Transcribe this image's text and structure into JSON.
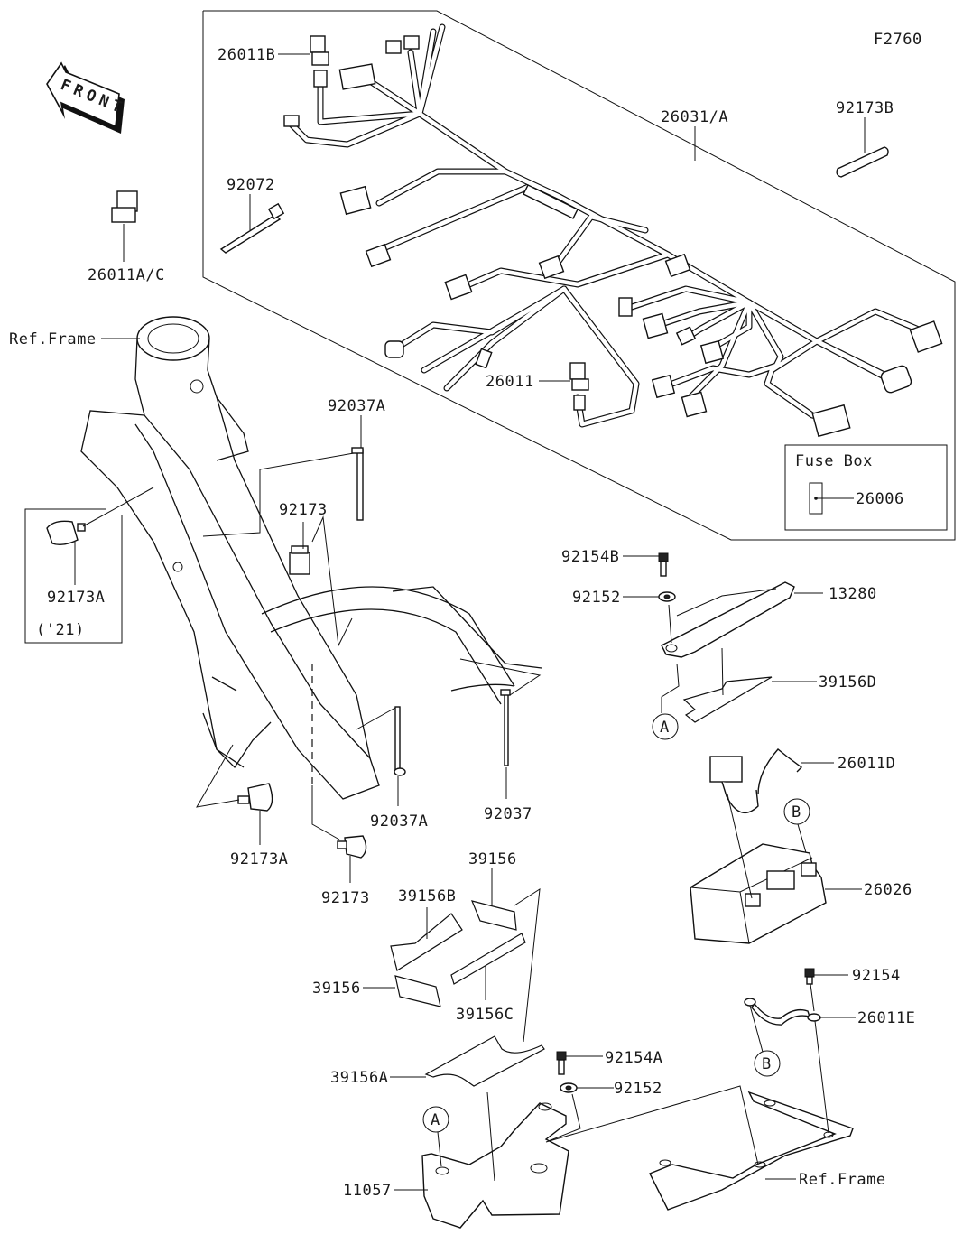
{
  "diagram": {
    "figure_code": "F2760",
    "front_arrow_label": "FRONT",
    "callouts": {
      "c26011B": "26011B",
      "c26031A": "26031/A",
      "c92173B": "92173B",
      "c92072": "92072",
      "c26011AC": "26011A/C",
      "c26011": "26011",
      "cRefFrameTop": "Ref.Frame",
      "c92037A_top": "92037A",
      "c92173_top": "92173",
      "c92173A_inset": "92173A",
      "year_note": "('21)",
      "c92154B": "92154B",
      "c92152_top": "92152",
      "c13280": "13280",
      "c39156D": "39156D",
      "c26011D": "26011D",
      "c26026": "26026",
      "c92037A_bottom": "92037A",
      "c92037": "92037",
      "c92173A_bottom": "92173A",
      "c92173_bottom": "92173",
      "c39156_top": "39156",
      "c39156B": "39156B",
      "c39156_left": "39156",
      "c39156C": "39156C",
      "c39156A": "39156A",
      "c92154A": "92154A",
      "c92152_bottom": "92152",
      "c11057": "11057",
      "c92154": "92154",
      "c26011E": "26011E",
      "cRefFrameBottom": "Ref.Frame"
    },
    "fuse_box": {
      "title": "Fuse Box",
      "part": "26006"
    },
    "reference_marks": {
      "A_top": "A",
      "A_bottom": "A",
      "B_top": "B",
      "B_bottom": "B"
    }
  }
}
